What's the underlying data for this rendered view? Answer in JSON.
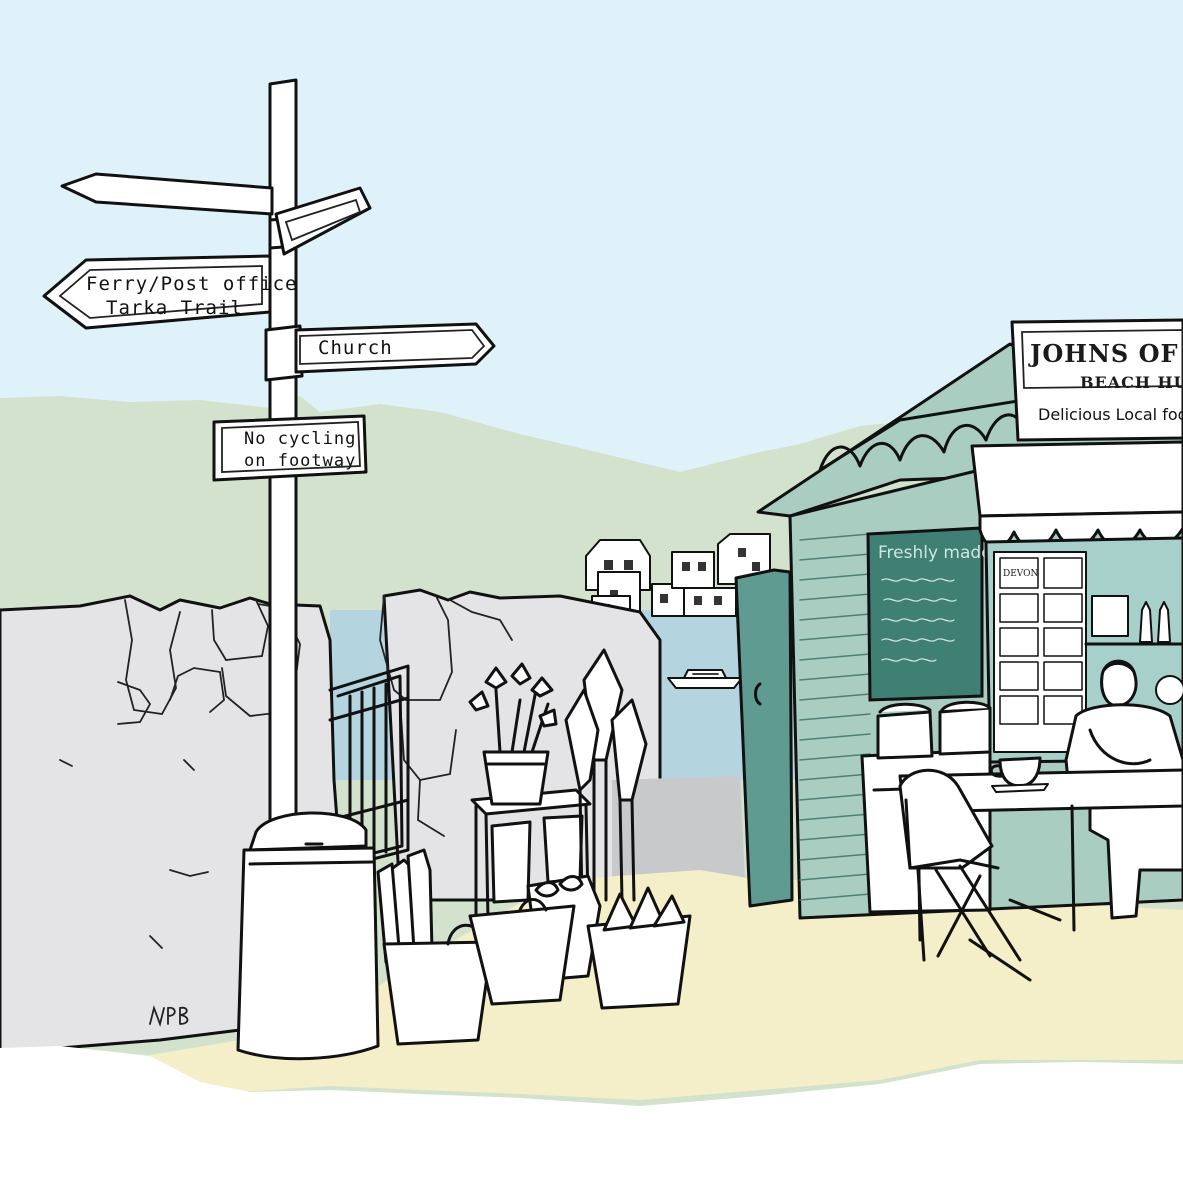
{
  "colors": {
    "sky": "#dff2f9",
    "hills": "#d3e2cd",
    "wall": "#e4e4e6",
    "sea": "#b4d5df",
    "ground": "#f4efc9",
    "hut": "#a9cdc1",
    "hut_dark": "#5f9b91",
    "chalkboard": "#3f7f74",
    "window_interior": "#a8d0cb"
  },
  "signpost": {
    "sign_ferry_line1": "Ferry/Post office",
    "sign_ferry_line2": "Tarka Trail",
    "sign_church": "Church",
    "plate_line1": "No cycling",
    "plate_line2": "on footway"
  },
  "hut": {
    "board_title": "JOHNS OF IN",
    "board_subtitle": "BEACH HU",
    "board_tagline": "Delicious Local food",
    "chalkboard_heading": "Freshly made",
    "postcard_label": "DEVON"
  },
  "artist_signature": "NPB",
  "icons": [
    "signpost-icon",
    "milk-churn-icon",
    "bistro-chair-icon",
    "teacup-icon",
    "boat-icon"
  ]
}
